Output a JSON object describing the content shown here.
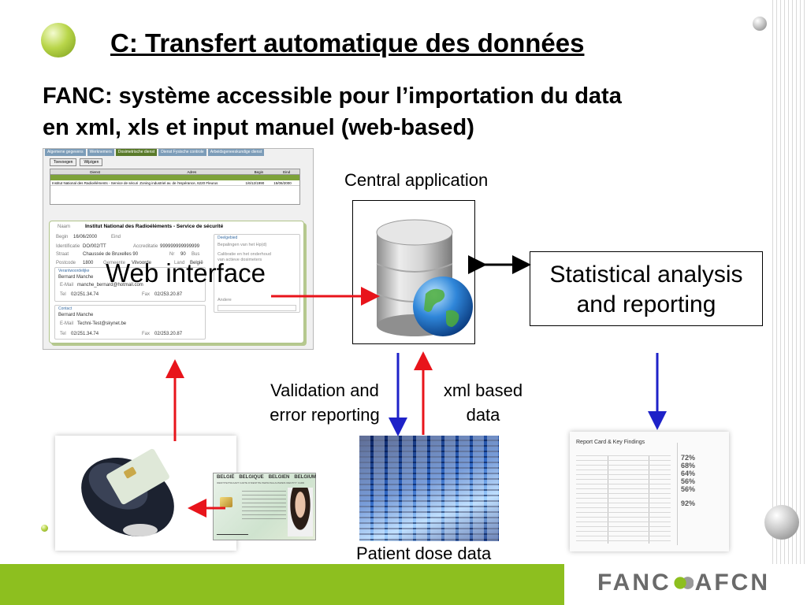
{
  "slide": {
    "title": "C: Transfert automatique des données",
    "subtitle_line1": "FANC: système accessible pour l’importation du data",
    "subtitle_line2": "en xml, xls et input manuel (web-based)"
  },
  "diagram": {
    "central_label": "Central application",
    "web_label": "Web interface",
    "stat_line1": "Statistical analysis",
    "stat_line2": "and reporting",
    "validation_line1": "Validation and",
    "validation_line2": "error reporting",
    "xml_line1": "xml based",
    "xml_line2": "data",
    "patient_label": "Patient dose data"
  },
  "colors": {
    "arrow_red": "#e8141b",
    "arrow_blue": "#1e22c8",
    "arrow_black": "#000000",
    "accent_green": "#8dbf1f"
  },
  "web_form": {
    "tabs": [
      "Algemene gegevens",
      "Werknemers",
      "Dosimetrische dienst",
      "Dienst Fysische controle",
      "Arbeidsgeneeskundige dienst"
    ],
    "buttons": [
      "Toevoegen",
      "Wijzigen"
    ],
    "table_headers": [
      "Dienst",
      "Adres",
      "Begin",
      "Eind"
    ],
    "table_row": [
      "Institut National des Radioéléments - Service de sécurité",
      "Zoning industriel av. de l'espérance, 6220 Fleurus",
      "1/6/12/1990",
      "15/06/2000"
    ],
    "naam_label": "Naam",
    "naam_value": "Institut National des Radioéléments - Service de sécurité",
    "begin_label": "Begin",
    "begin_value": "16/06/2000",
    "eind_label": "Eind",
    "ident_label": "Identificatie",
    "ident_value": "DO/002/TT",
    "accred_label": "Accreditatie",
    "accred_value": "999999999999999",
    "straat_label": "Straat",
    "straat_value": "Chaussée de Bruxelles 90",
    "nr_label": "Nr",
    "nr_value": "90",
    "bus_label": "Bus",
    "postcode_label": "Postcode",
    "postcode_value": "1800",
    "gemeente_label": "Gemeente",
    "gemeente_value": "Vilvoorde",
    "land_label": "Land",
    "land_value": "België",
    "verantw_head": "Verantwoordelijke",
    "verantw_name": "Bernard Manche",
    "email_label": "E-Mail",
    "verantw_email": "manche_bernard@hotmail.com",
    "tel_label": "Tel",
    "fax_label": "Fax",
    "verantw_tel": "02/251.34.74",
    "verantw_fax": "02/253.20.87",
    "contact_head": "Contact",
    "contact_name": "Bernard Manche",
    "contact_email": "Techni-Test@skynet.be",
    "contact_tel": "02/251.34.74",
    "contact_fax": "02/253.20.87",
    "deel_head": "Deelgebied",
    "deel_items": [
      "Bepalingen van het Hp(d)",
      "Calibratie en het onderhoud",
      "van actieve dosimeters"
    ],
    "andere_label": "Andere"
  },
  "id_card": {
    "countries": [
      "BELGIË",
      "BELGIQUE",
      "BELGIEN",
      "BELGIUM"
    ],
    "sub": "IDENTITEITSKAART  CARTE D'IDENTITE  PERSONALAUSWEIS  IDENTITY CARD"
  },
  "report": {
    "heading": "Report Card & Key Findings",
    "percentages": [
      "72%",
      "68%",
      "64%",
      "56%",
      "56%",
      "92%"
    ]
  },
  "logo": {
    "left": "FANC",
    "right": "AFCN"
  }
}
